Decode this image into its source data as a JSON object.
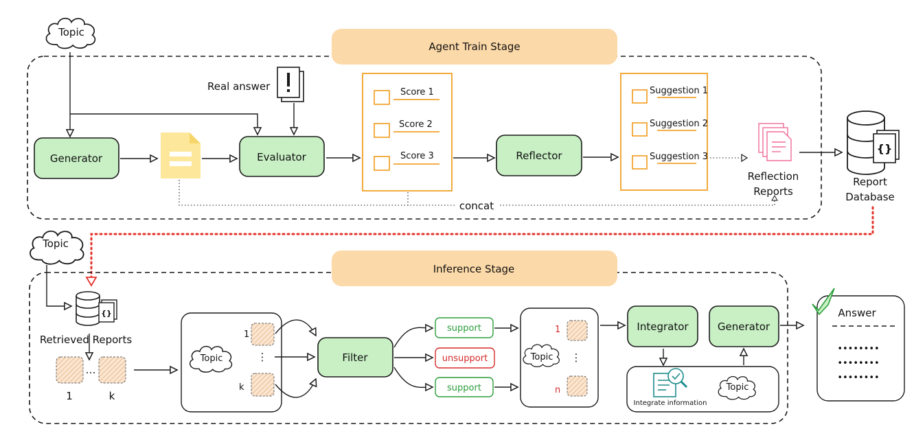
{
  "stages": {
    "train": "Agent Train Stage",
    "inference": "Inference Stage"
  },
  "train": {
    "topic": "Topic",
    "real_answer": "Real answer",
    "generator": "Generator",
    "evaluator": "Evaluator",
    "scores": [
      "Score 1",
      "Score 2",
      "Score 3"
    ],
    "reflector": "Reflector",
    "suggestions": [
      "Suggestion 1",
      "Suggestion 2",
      "Suggestion 3"
    ],
    "reflection_reports": [
      "Reflection",
      "Reports"
    ],
    "concat": "concat",
    "report_database": [
      "Report",
      "Database"
    ],
    "db_glyph": "{}"
  },
  "inference": {
    "topic": "Topic",
    "retrieved_reports": "Retrieved Reports",
    "db_glyph": "{}",
    "retrieved_labels": [
      "1",
      "…",
      "k"
    ],
    "pool": {
      "topic": "Topic",
      "labels": [
        "1",
        "⋮",
        "k"
      ]
    },
    "filter": "Filter",
    "verdicts": [
      "support",
      "unsupport",
      "support"
    ],
    "filtered": {
      "topic": "Topic",
      "labels": [
        "1",
        "⋮",
        "n"
      ]
    },
    "integrator": "Integrator",
    "generator": "Generator",
    "integrate_information": "Integrate information",
    "topic_small": "Topic",
    "answer": "Answer",
    "answer_dots": [
      "••••••••",
      "••••••••",
      "••••••••"
    ]
  },
  "colors": {
    "stage_pill": "#fcd9a8",
    "node_green": "#c8f0c4",
    "orange": "#f0940a",
    "doc_yellow": "#fde79a",
    "report_pink": "#f06b9a",
    "support_green": "#2a9d3a",
    "unsupport_red": "#d62a2a",
    "red_dotted": "#e3322a",
    "teal_icon": "#1a8a8a"
  },
  "icons": [
    "cloud-icon",
    "exclamation-document-icon",
    "document-icon",
    "reports-icon",
    "database-icon",
    "check-icon",
    "search-document-icon"
  ]
}
